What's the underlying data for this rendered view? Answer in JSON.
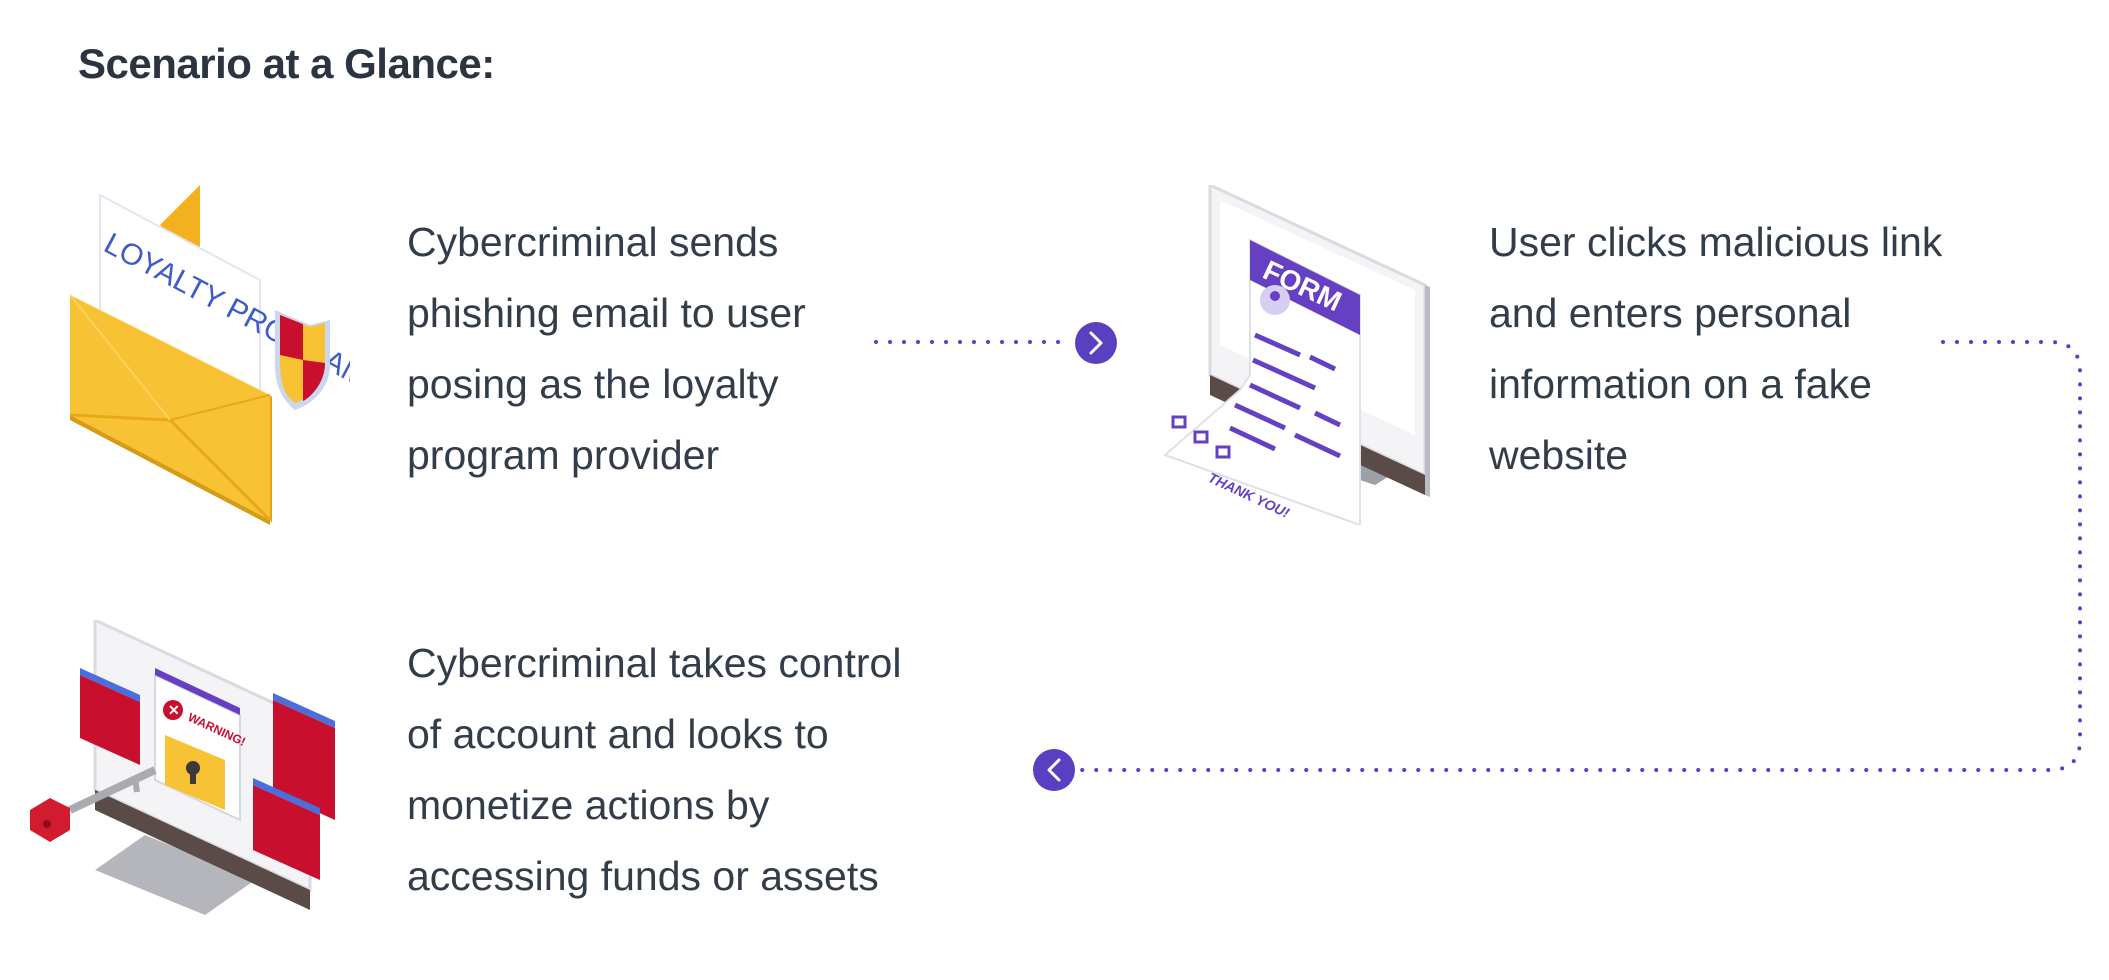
{
  "header": {
    "title": "Scenario at a Glance:"
  },
  "steps": [
    {
      "text": "Cybercriminal sends\nphishing email to user\nposing as the loyalty\nprogram provider",
      "illustration": "loyalty-email-icon",
      "illustration_text": "LOYALTY PROGRAM"
    },
    {
      "text": "User clicks malicious link\nand enters personal\ninformation on a fake\nwebsite",
      "illustration": "fake-form-monitor-icon",
      "illustration_text": [
        "FORM",
        "THANK YOU!"
      ]
    },
    {
      "text": "Cybercriminal  takes control\nof account and looks to\nmonetize actions by\naccessing funds or assets",
      "illustration": "hacked-monitor-icon",
      "illustration_text": "WARNING!"
    }
  ],
  "colors": {
    "accent": "#5a3fc0",
    "text": "#333d49",
    "title": "#2b3440",
    "envelope": "#f7c234",
    "warning_red": "#c8102e"
  },
  "connectors": [
    {
      "from": "step-1",
      "to": "step-2",
      "arrow": "chevron-right-icon"
    },
    {
      "from": "step-2",
      "to": "step-3",
      "arrow": "chevron-left-icon"
    }
  ]
}
